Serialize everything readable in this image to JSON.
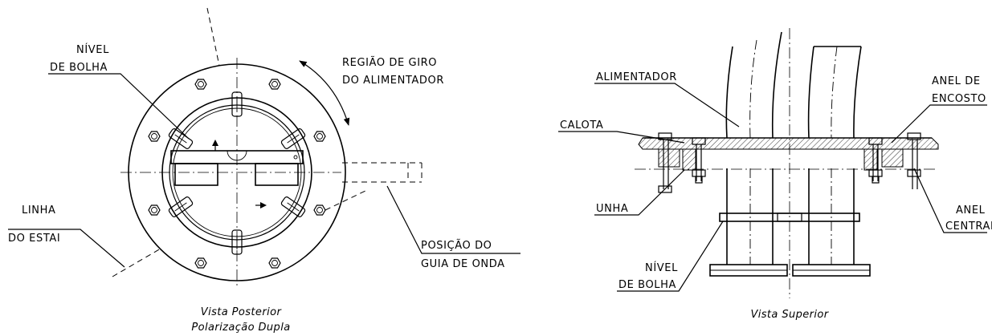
{
  "rear_view": {
    "labels": {
      "bubble_level_1": "NÍVEL",
      "bubble_level_2": "DE BOLHA",
      "rotation_1": "REGIÃO DE GIRO",
      "rotation_2": "DO ALIMENTADOR",
      "guy_line_1": "LINHA",
      "guy_line_2": "DO ESTAI",
      "waveguide_1": "POSIÇÃO DO",
      "waveguide_2": "GUIA DE ONDA"
    },
    "caption_1": "Vista Posterior",
    "caption_2": "Polarização Dupla"
  },
  "top_view": {
    "labels": {
      "feeder": "ALIMENTADOR",
      "cap": "CALOTA",
      "claw": "UNHA",
      "bubble_level_1": "NÍVEL",
      "bubble_level_2": "DE BOLHA",
      "stop_ring_1": "ANEL DE",
      "stop_ring_2": "ENCOSTO",
      "center_ring_1": "ANEL",
      "center_ring_2": "CENTRAL"
    },
    "caption": "Vista Superior"
  }
}
